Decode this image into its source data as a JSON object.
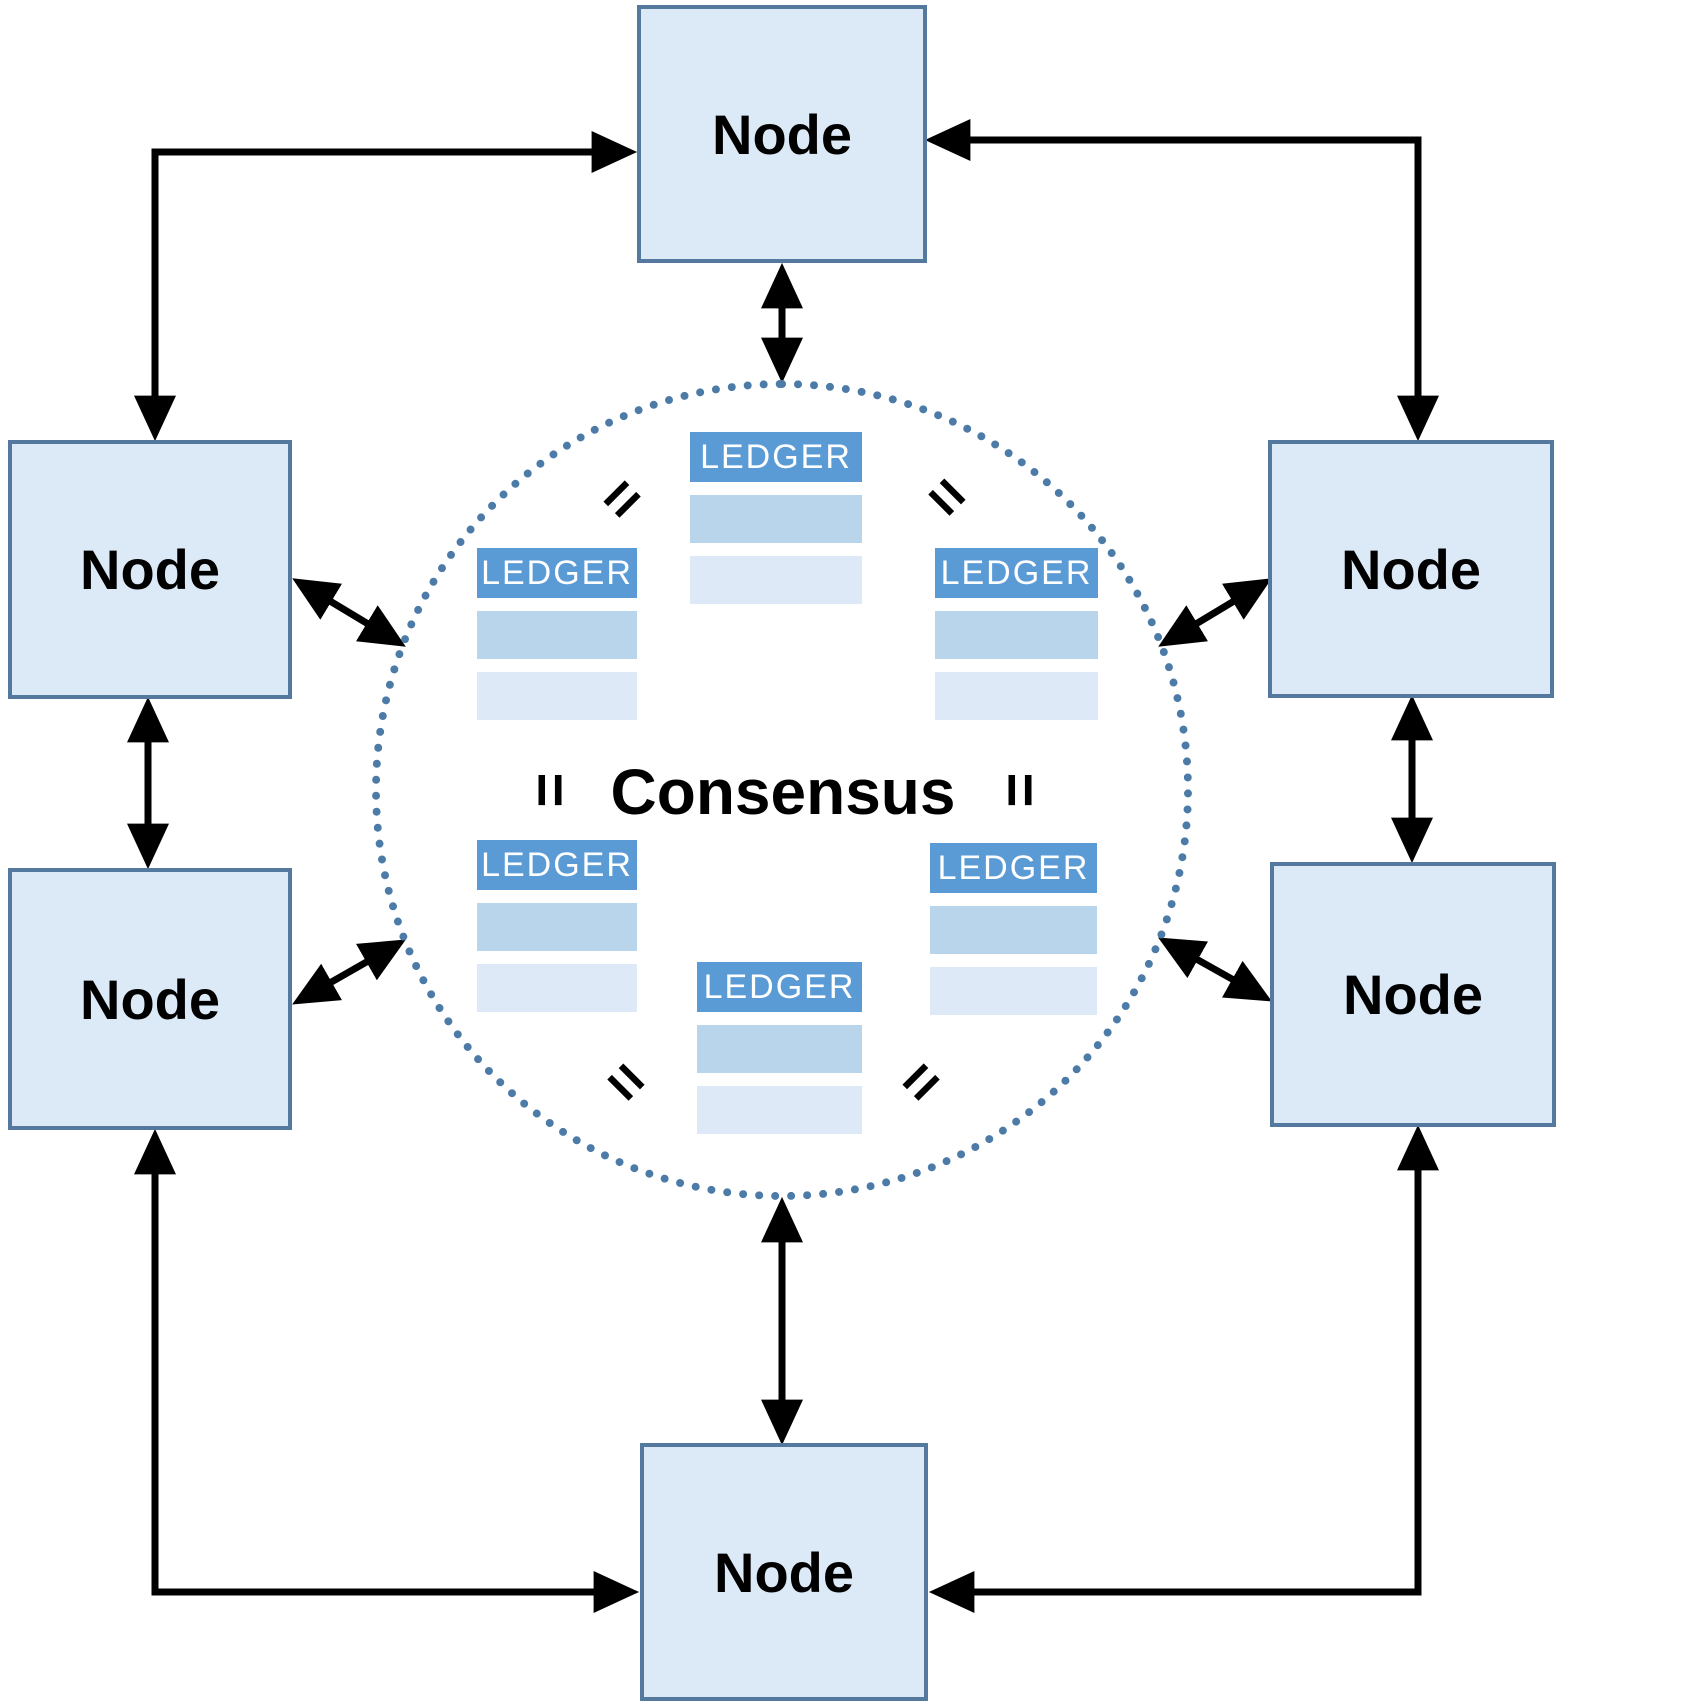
{
  "diagram": {
    "type": "blockchain-consensus-network",
    "consensus_label": "Consensus",
    "equals_symbol": "=",
    "nodes": [
      {
        "id": "top",
        "label": "Node"
      },
      {
        "id": "upper-left",
        "label": "Node"
      },
      {
        "id": "upper-right",
        "label": "Node"
      },
      {
        "id": "lower-left",
        "label": "Node"
      },
      {
        "id": "lower-right",
        "label": "Node"
      },
      {
        "id": "bottom",
        "label": "Node"
      }
    ],
    "ledgers": [
      {
        "id": "top",
        "label": "LEDGER"
      },
      {
        "id": "upper-left",
        "label": "LEDGER"
      },
      {
        "id": "upper-right",
        "label": "LEDGER"
      },
      {
        "id": "lower-left",
        "label": "LEDGER"
      },
      {
        "id": "lower-right",
        "label": "LEDGER"
      },
      {
        "id": "bottom",
        "label": "LEDGER"
      }
    ],
    "colors": {
      "node_fill": "#dce9f7",
      "node_border": "#54789e",
      "ledger_header_fill": "#5b9bd5",
      "ledger_header_text": "#ffffff",
      "ledger_row_medium": "#b9d5ec",
      "ledger_row_light": "#dde9f6",
      "circle_dotted": "#4d7ba8",
      "arrow": "#000000"
    }
  }
}
